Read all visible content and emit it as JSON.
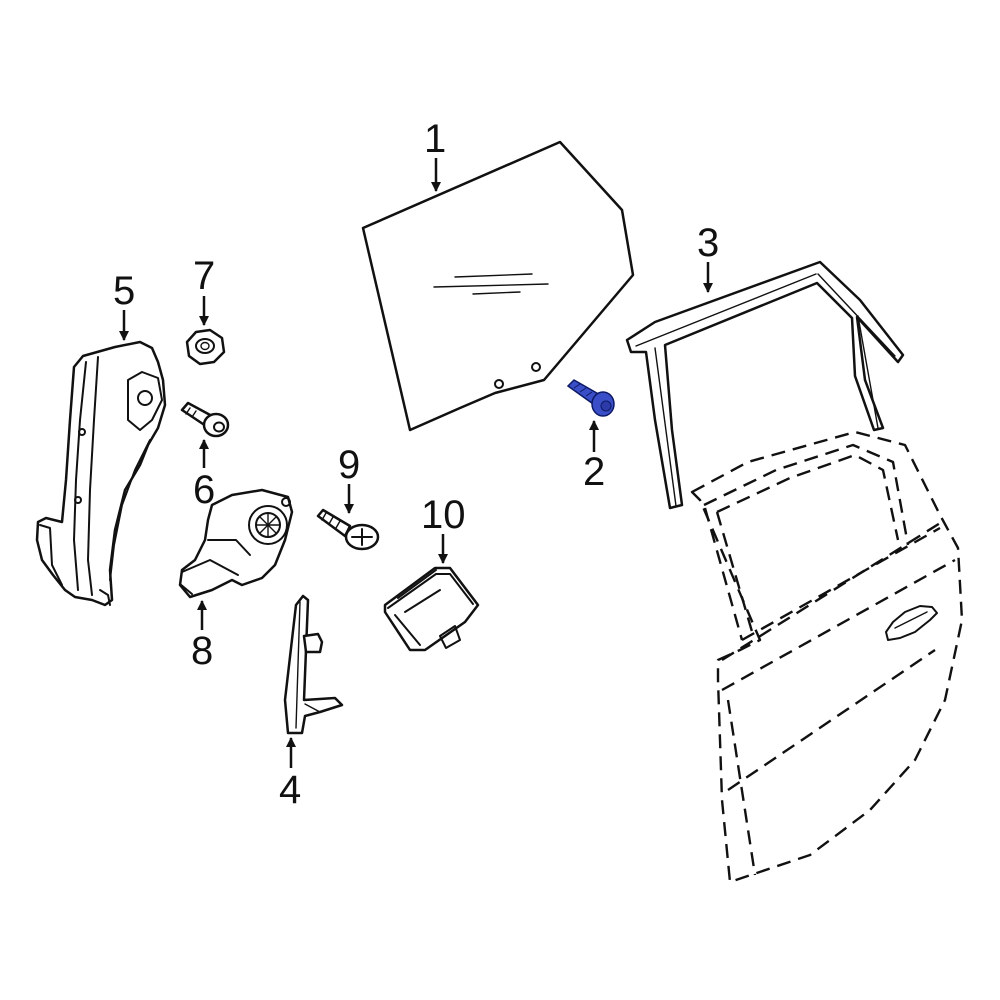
{
  "callouts": {
    "c1": "1",
    "c2": "2",
    "c3": "3",
    "c4": "4",
    "c5": "5",
    "c6": "6",
    "c7": "7",
    "c8": "8",
    "c9": "9",
    "c10": "10"
  },
  "colors": {
    "highlight": "#3a4fc7",
    "line": "#111111",
    "background": "#ffffff"
  }
}
